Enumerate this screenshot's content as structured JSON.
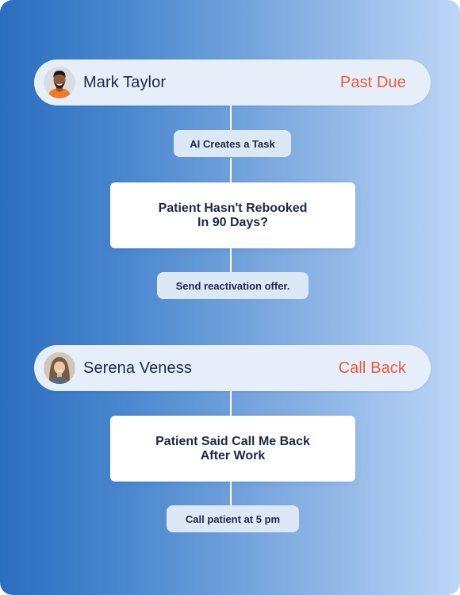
{
  "flows": [
    {
      "patient": {
        "name": "Mark Taylor",
        "status": "Past Due",
        "avatar_icon": "male-patient-avatar"
      },
      "steps": {
        "chip_top": "AI Creates a Task",
        "card": "Patient Hasn't Rebooked\nIn 90 Days?",
        "chip_bottom": "Send reactivation offer."
      }
    },
    {
      "patient": {
        "name": "Serena Veness",
        "status": "Call Back",
        "avatar_icon": "female-patient-avatar"
      },
      "steps": {
        "card": "Patient Said Call Me Back\nAfter Work",
        "chip_bottom": "Call patient at 5 pm"
      }
    }
  ],
  "colors": {
    "status": "#ef5a3a",
    "text": "#1d2a44",
    "pill_bg": "#e6eef9",
    "chip_bg": "#dde8f6",
    "gradient_start": "#2a6ec0",
    "gradient_end": "#bcd6f6"
  }
}
